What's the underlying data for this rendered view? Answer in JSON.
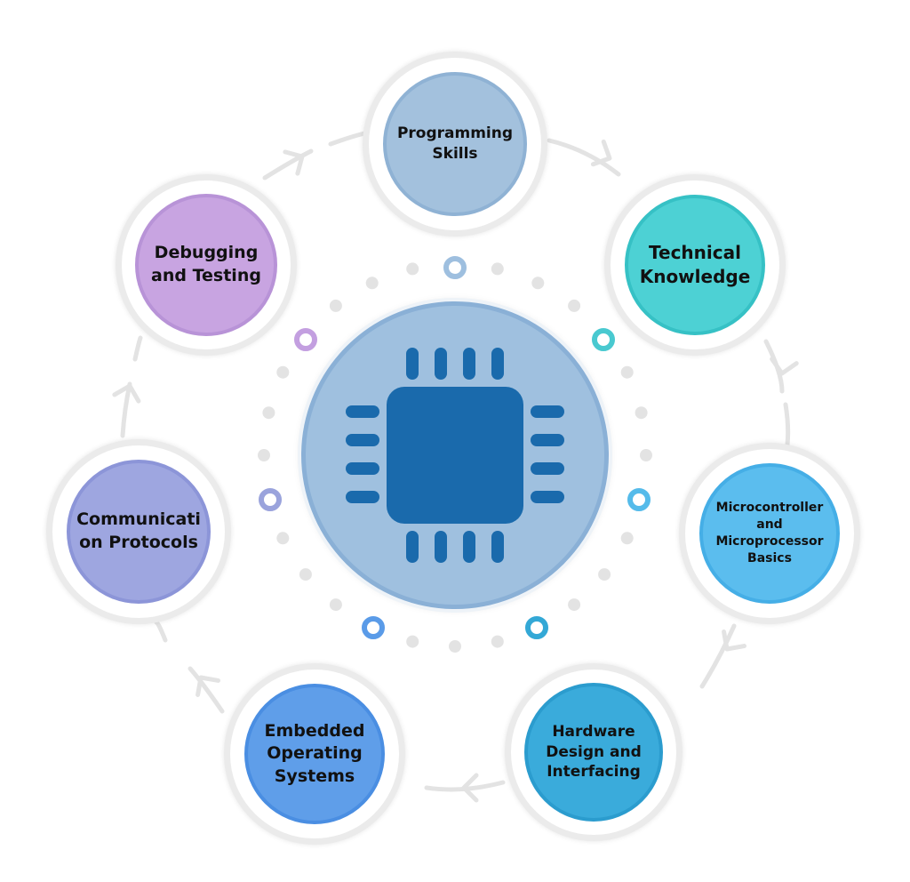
{
  "colors": {
    "hub_fill": "#9fc0df",
    "hub_border": "#8ab0d6",
    "chip": "#1a6aac",
    "connector": "#e3e3e3",
    "dot": "#e3e3e3"
  },
  "center": {
    "icon": "microchip-icon"
  },
  "nodes": [
    {
      "id": "programming-skills",
      "label": "Programming\nSkills",
      "color": "#a3c1dd",
      "border": "#8fb2d4"
    },
    {
      "id": "technical-knowledge",
      "label": "Technical\nKnowledge",
      "color": "#4dd1d4",
      "border": "#36c1c5"
    },
    {
      "id": "microcontroller-basics",
      "label": "Microcontroller\nand\nMicroprocessor\nBasics",
      "color": "#5bbdee",
      "border": "#45aee6"
    },
    {
      "id": "hardware-design",
      "label": "Hardware\nDesign and\nInterfacing",
      "color": "#3aabdb",
      "border": "#2b9cce"
    },
    {
      "id": "embedded-os",
      "label": "Embedded\nOperating\nSystems",
      "color": "#5f9ee9",
      "border": "#4a8ee2"
    },
    {
      "id": "communication-protocols",
      "label": "Communicati\non Protocols",
      "color": "#9ea6e0",
      "border": "#8c95d8"
    },
    {
      "id": "debugging-testing",
      "label": "Debugging\nand Testing",
      "color": "#c8a4e1",
      "border": "#b893d7"
    }
  ],
  "accent_rings": [
    {
      "id": "programming-skills",
      "color": "#9ebfdf"
    },
    {
      "id": "technical-knowledge",
      "color": "#49c9d0"
    },
    {
      "id": "microcontroller-basics",
      "color": "#55bbea"
    },
    {
      "id": "hardware-design",
      "color": "#33a8d6"
    },
    {
      "id": "embedded-os",
      "color": "#5a9be8"
    },
    {
      "id": "communication-protocols",
      "color": "#9aa3dc"
    },
    {
      "id": "debugging-testing",
      "color": "#c39fe0"
    }
  ]
}
